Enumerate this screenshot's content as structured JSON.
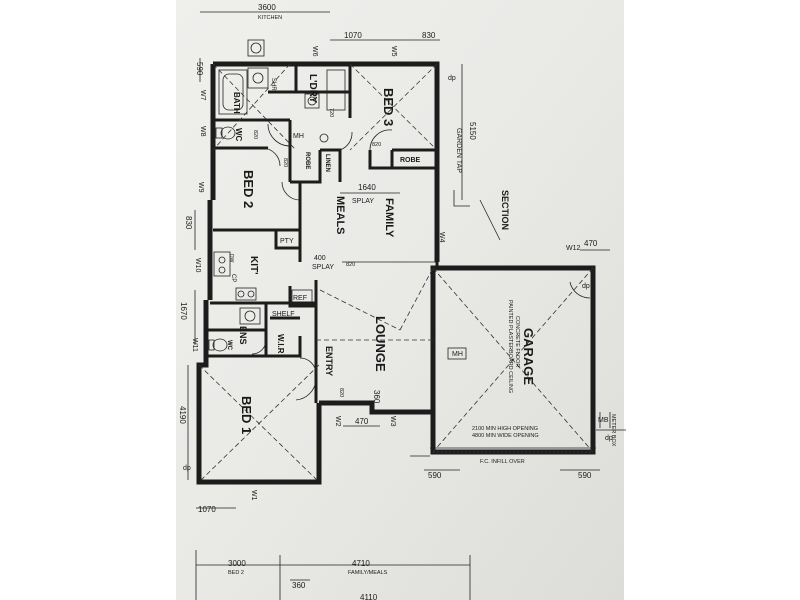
{
  "rooms": {
    "bath": "BATH",
    "ldry": "L'DRY",
    "bed3": "BED 3",
    "wc1": "WC",
    "mh1": "MH",
    "linen": "LINEN",
    "robe1": "ROBE",
    "robe2": "ROBE",
    "bed2": "BED 2",
    "meals": "MEALS",
    "family": "FAMILY",
    "pty": "PTY",
    "kit": "KIT'",
    "ref": "REF",
    "shelf": "SHELF",
    "ens": "ENS",
    "wc2": "WC",
    "wir": "W.I.R",
    "entry": "ENTRY",
    "lounge": "LOUNGE",
    "bed1": "BED 1",
    "garage": "GARAGE",
    "mh2": "MH",
    "shr": "SHR",
    "cp": "CP",
    "dw": "DW"
  },
  "notes": {
    "splay1": "SPLAY",
    "splay2": "SPLAY",
    "section": "SECTION",
    "garden_tap": "GARDEN TAP",
    "garage_floor": "CONCRETE FLOOR",
    "garage_ceiling": "PAINTED PLASTERBOARD CEILING",
    "opening1": "2100 MIN HIGH OPENING",
    "opening2": "4800 MIN WIDE OPENING",
    "infill": "F.C. INFILL OVER",
    "meter": "METER BOX",
    "mb": "MB",
    "top_label": "KITCHEN",
    "bottom_bed2": "BED 2",
    "bottom_family": "FAMILY/MEALS",
    "dp1": "dp",
    "dp2": "dp",
    "dp3": "dp",
    "dp4": "dp"
  },
  "windows": {
    "w1": "W1",
    "w2": "W2",
    "w3": "W3",
    "w4": "W4",
    "w5": "W5",
    "w6": "W6",
    "w7": "W7",
    "w8": "W8",
    "w9": "W9",
    "w10": "W10",
    "w11": "W11",
    "w12": "W12"
  },
  "dims": {
    "d3600": "3600",
    "d1070top": "1070",
    "d830top": "830",
    "d590left": "590",
    "d5150": "5150",
    "d1640": "1640",
    "d830left": "830",
    "d400": "400",
    "d470right": "470",
    "d1670": "1670",
    "d360": "360",
    "d470bottom": "470",
    "d4190": "4190",
    "d590a": "590",
    "d590b": "590",
    "d1070bottom": "1070",
    "d3000": "3000",
    "d4710": "4710",
    "d360b": "360",
    "d4110": "4110",
    "door820a": "820",
    "door820b": "820",
    "door820c": "820",
    "door820d": "820",
    "door820e": "820",
    "door720": "720"
  }
}
